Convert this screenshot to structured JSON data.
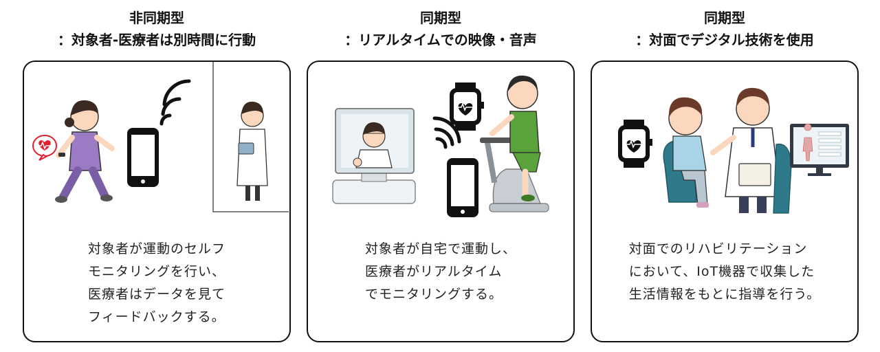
{
  "panels": [
    {
      "title_lines": [
        "非同期型",
        "：対象者-医療者は別時間に行動"
      ],
      "desc_lines": [
        "対象者が運動のセルフ",
        "モニタリングを行い、",
        "医療者はデータを見て",
        "フィードバックする。"
      ]
    },
    {
      "title_lines": [
        "同期型",
        "：リアルタイムでの映像・音声"
      ],
      "desc_lines": [
        "対象者が自宅で運動し、",
        "医療者がリアルタイム",
        "でモニタリングする。"
      ]
    },
    {
      "title_lines": [
        "同期型",
        "：対面でデジタル技術を使用"
      ],
      "desc_lines": [
        "対面でのリハビリテーション",
        "において、IoT機器で収集した",
        "生活情報をもとに指導を行う。"
      ]
    }
  ],
  "colors": {
    "border": "#111111",
    "heart": "#e0212d",
    "shirt_purple": "#9b7cc4",
    "shirt_green": "#5aa23a",
    "doctor_coat": "#ffffff",
    "skin": "#fbd8bd",
    "chair_teal": "#2f7a8a"
  },
  "icons": [
    "heart-rate-bubble-icon",
    "smartphone-icon",
    "wifi-signal-icon",
    "smartwatch-icon",
    "monitor-icon",
    "exercise-bike-icon"
  ]
}
